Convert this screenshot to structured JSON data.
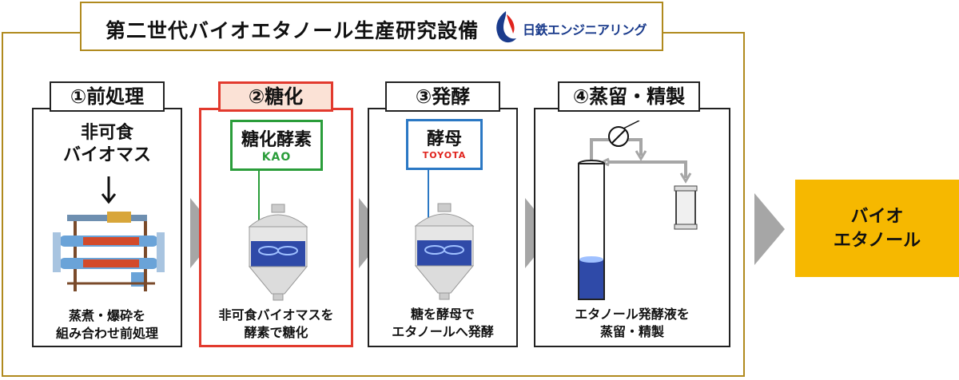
{
  "title": "第二世代バイオエタノール生産研究設備",
  "logo": {
    "text": "日鉄エンジニアリング"
  },
  "stages": [
    {
      "header": "①前処理",
      "input_lines": [
        "非可食",
        "バイオマス"
      ],
      "caption_lines": [
        "蒸煮・爆砕を",
        "組み合わせ前処理"
      ]
    },
    {
      "header": "②糖化",
      "agent": "糖化酵素",
      "brand": "KAO",
      "caption_lines": [
        "非可食バイオマスを",
        "酵素で糖化"
      ]
    },
    {
      "header": "③発酵",
      "agent": "酵母",
      "brand": "TOYOTA",
      "caption_lines": [
        "糖を酵母で",
        "エタノールへ発酵"
      ]
    },
    {
      "header": "④蒸留・精製",
      "caption_lines": [
        "エタノール発酵液を",
        "蒸留・精製"
      ]
    }
  ],
  "output_lines": [
    "バイオ",
    "エタノール"
  ],
  "colors": {
    "frame": "#b08a1e",
    "highlight": "#e23a2e",
    "highlight_fill": "#fbe2d6",
    "kao_green": "#2a9d3a",
    "yeast_blue": "#2b78c4",
    "output": "#f6b800",
    "arrow": "#a6a6a6"
  }
}
